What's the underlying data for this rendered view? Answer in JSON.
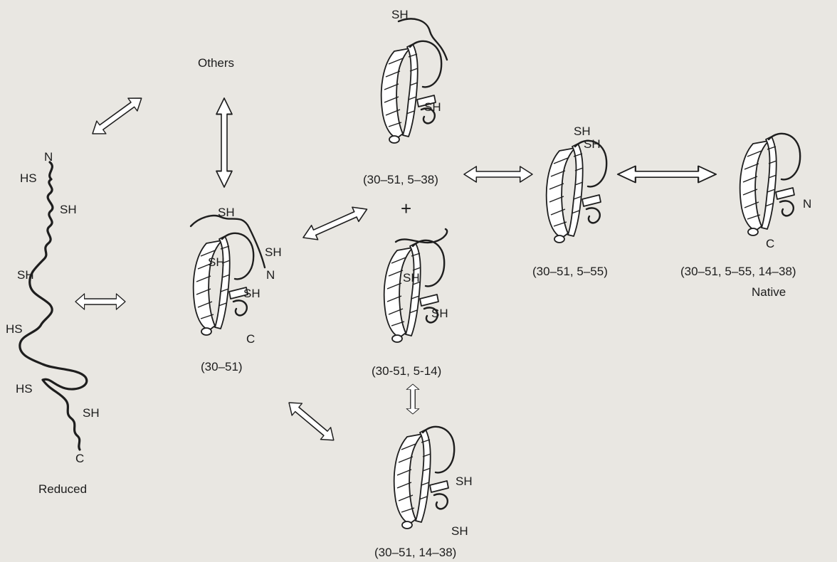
{
  "colors": {
    "background": "#e9e7e2",
    "ink": "#1e1e1e"
  },
  "states": {
    "reduced": {
      "caption": "Reduced",
      "terminal_n": "N",
      "terminal_c": "C",
      "thiols": [
        "HS",
        "SH",
        "SH",
        "HS",
        "HS",
        "SH"
      ]
    },
    "others": {
      "caption": "Others"
    },
    "s30_51": {
      "caption": "(30–51)",
      "labels": [
        "SH",
        "SH",
        "SH",
        "SH"
      ],
      "terminal_n": "N",
      "terminal_c": "C"
    },
    "s30_51_5_38": {
      "caption": "(30–51, 5–38)",
      "labels": [
        "SH",
        "SH"
      ]
    },
    "s30_51_5_14": {
      "caption": "(30-51, 5-14)",
      "labels": [
        "SH",
        "SH"
      ]
    },
    "s30_51_14_38": {
      "caption": "(30–51, 14–38)",
      "labels": [
        "SH",
        "SH"
      ]
    },
    "s30_51_5_55": {
      "caption": "(30–51, 5–55)",
      "labels": [
        "SH",
        "SH"
      ]
    },
    "native": {
      "caption": "(30–51, 5–55, 14–38)",
      "caption2": "Native",
      "terminal_n": "N",
      "terminal_c": "C"
    }
  },
  "plus_sign": "+"
}
